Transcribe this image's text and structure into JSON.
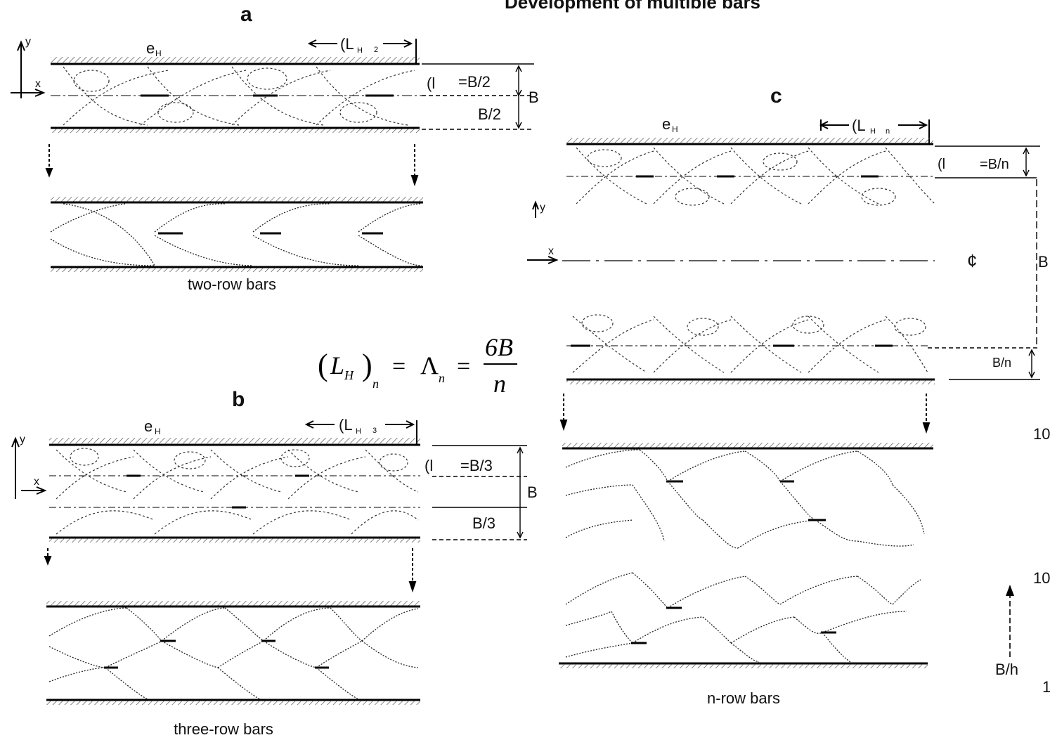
{
  "title": "Development of multible bars",
  "panels": {
    "a": {
      "letter": "a",
      "caption": "two-row bars",
      "e_label": "e",
      "e_sub": "H",
      "wavelength_label": "(L",
      "wavelength_sub": "H",
      "wavelength_n": "2",
      "half_width_top": "(l",
      "half_width_eq": "=B/2",
      "half_width_bottom": "B/2",
      "width": "B",
      "axis_x": "x",
      "axis_y": "y"
    },
    "b": {
      "letter": "b",
      "caption": "three-row bars",
      "e_label": "e",
      "e_sub": "H",
      "wavelength_label": "(L",
      "wavelength_sub": "H",
      "wavelength_n": "3",
      "half_width_top": "(l",
      "half_width_eq": "=B/3",
      "half_width_bottom": "B/3",
      "width": "B",
      "axis_x": "x",
      "axis_y": "y"
    },
    "c": {
      "letter": "c",
      "caption": "n-row bars",
      "e_label": "e",
      "e_sub": "H",
      "wavelength_label": "(L",
      "wavelength_sub": "H",
      "wavelength_n": "n",
      "half_width_top": "(l",
      "half_width_eq": "=B/n",
      "half_width_bottom": "B/n",
      "width": "B",
      "centerline": "¢",
      "axis_x": "x",
      "axis_y": "y"
    }
  },
  "equation": {
    "lhs": "L",
    "lhs_sub": "H",
    "lhs_n": "n",
    "mid": "Λ",
    "mid_sub": "n",
    "num": "6B",
    "den": "n",
    "eq": "="
  },
  "side_axis": {
    "label": "B/h",
    "tick_1": "10",
    "tick_2": "10",
    "tick_3": "1"
  }
}
